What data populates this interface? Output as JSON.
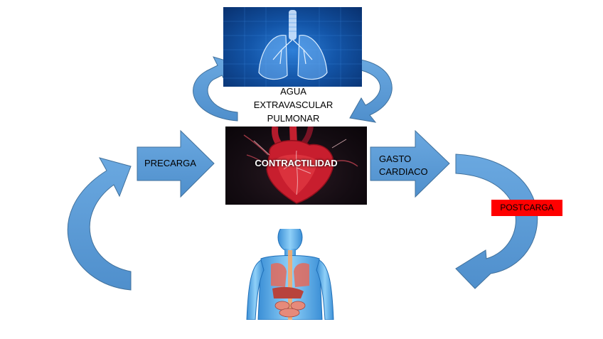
{
  "diagram": {
    "lung_label": [
      "AGUA",
      "EXTRAVASCULAR",
      "PULMONAR"
    ],
    "heart_label": "CONTRACTILIDAD",
    "precarga_label": "PRECARGA",
    "gasto_label": [
      "GASTO",
      "CARDIACO"
    ],
    "postcarga_label": "POSTCARGA",
    "colors": {
      "arrow": "#5b9bd5",
      "arrow_stroke": "#41719c",
      "postcarga_bg": "#ff0000",
      "lung_bg": "#1355a8",
      "heart_bg": "#140c12"
    },
    "images": [
      "lungs-image",
      "heart-image",
      "human-body-image"
    ]
  }
}
